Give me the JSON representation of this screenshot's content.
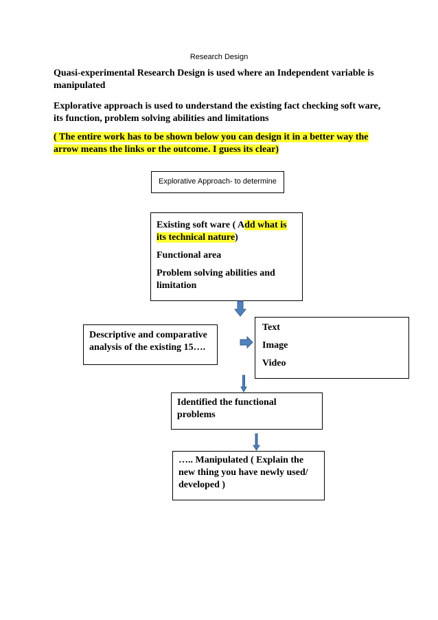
{
  "title": "Research Design",
  "paragraphs": {
    "p1": "Quasi-experimental Research Design is used where an  Independent variable is manipulated",
    "p2": "Explorative approach is used to understand the existing fact checking soft ware,  its function, problem solving abilities and limitations",
    "p3": "( The entire work has to be shown  below you can design it in a better way the arrow means the links or the outcome. I guess its clear)"
  },
  "flowchart": {
    "approach": "Explorative Approach-   to determine",
    "existing": {
      "line1_start": "Existing soft ware ( A",
      "line1_highlight": "dd what is its technical nature",
      "line1_end": ")",
      "functional_area": "Functional area",
      "problem_solving": "Problem solving abilities and limitation"
    },
    "descriptive": "Descriptive and comparative analysis of the existing 15….",
    "media": [
      "Text",
      "Image",
      "Video"
    ],
    "identified": "Identified the functional problems",
    "manipulated": "….. Manipulated ( Explain the new thing you have  newly used/ developed  )"
  },
  "colors": {
    "highlight": "#ffff33",
    "arrow_fill": "#4f81bd",
    "arrow_stroke": "#385d8a"
  }
}
